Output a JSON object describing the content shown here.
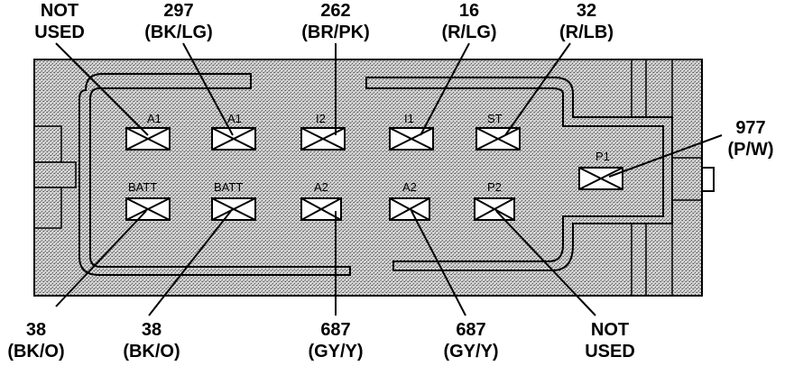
{
  "terminals": {
    "a1_top_left": "A1",
    "a1_top": "A1",
    "i2": "I2",
    "i1": "I1",
    "st": "ST",
    "p1": "P1",
    "batt_left": "BATT",
    "batt_mid": "BATT",
    "a2_mid": "A2",
    "a2_right": "A2",
    "p2": "P2"
  },
  "callouts": {
    "not_used_top": [
      "NOT",
      "USED"
    ],
    "c297": [
      "297",
      "(BK/LG)"
    ],
    "c262": [
      "262",
      "(BR/PK)"
    ],
    "c16": [
      "16",
      "(R/LG)"
    ],
    "c32": [
      "32",
      "(R/LB)"
    ],
    "c977": [
      "977",
      "(P/W)"
    ],
    "c38_left": [
      "38",
      "(BK/O)"
    ],
    "c38_mid": [
      "38",
      "(BK/O)"
    ],
    "c687_left": [
      "687",
      "(GY/Y)"
    ],
    "c687_right": [
      "687",
      "(GY/Y)"
    ],
    "not_used_bottom": [
      "NOT",
      "USED"
    ]
  },
  "colors": {
    "housing_fill": "#b8b8b8",
    "line": "#000000",
    "terminal_fill": "#ffffff"
  }
}
